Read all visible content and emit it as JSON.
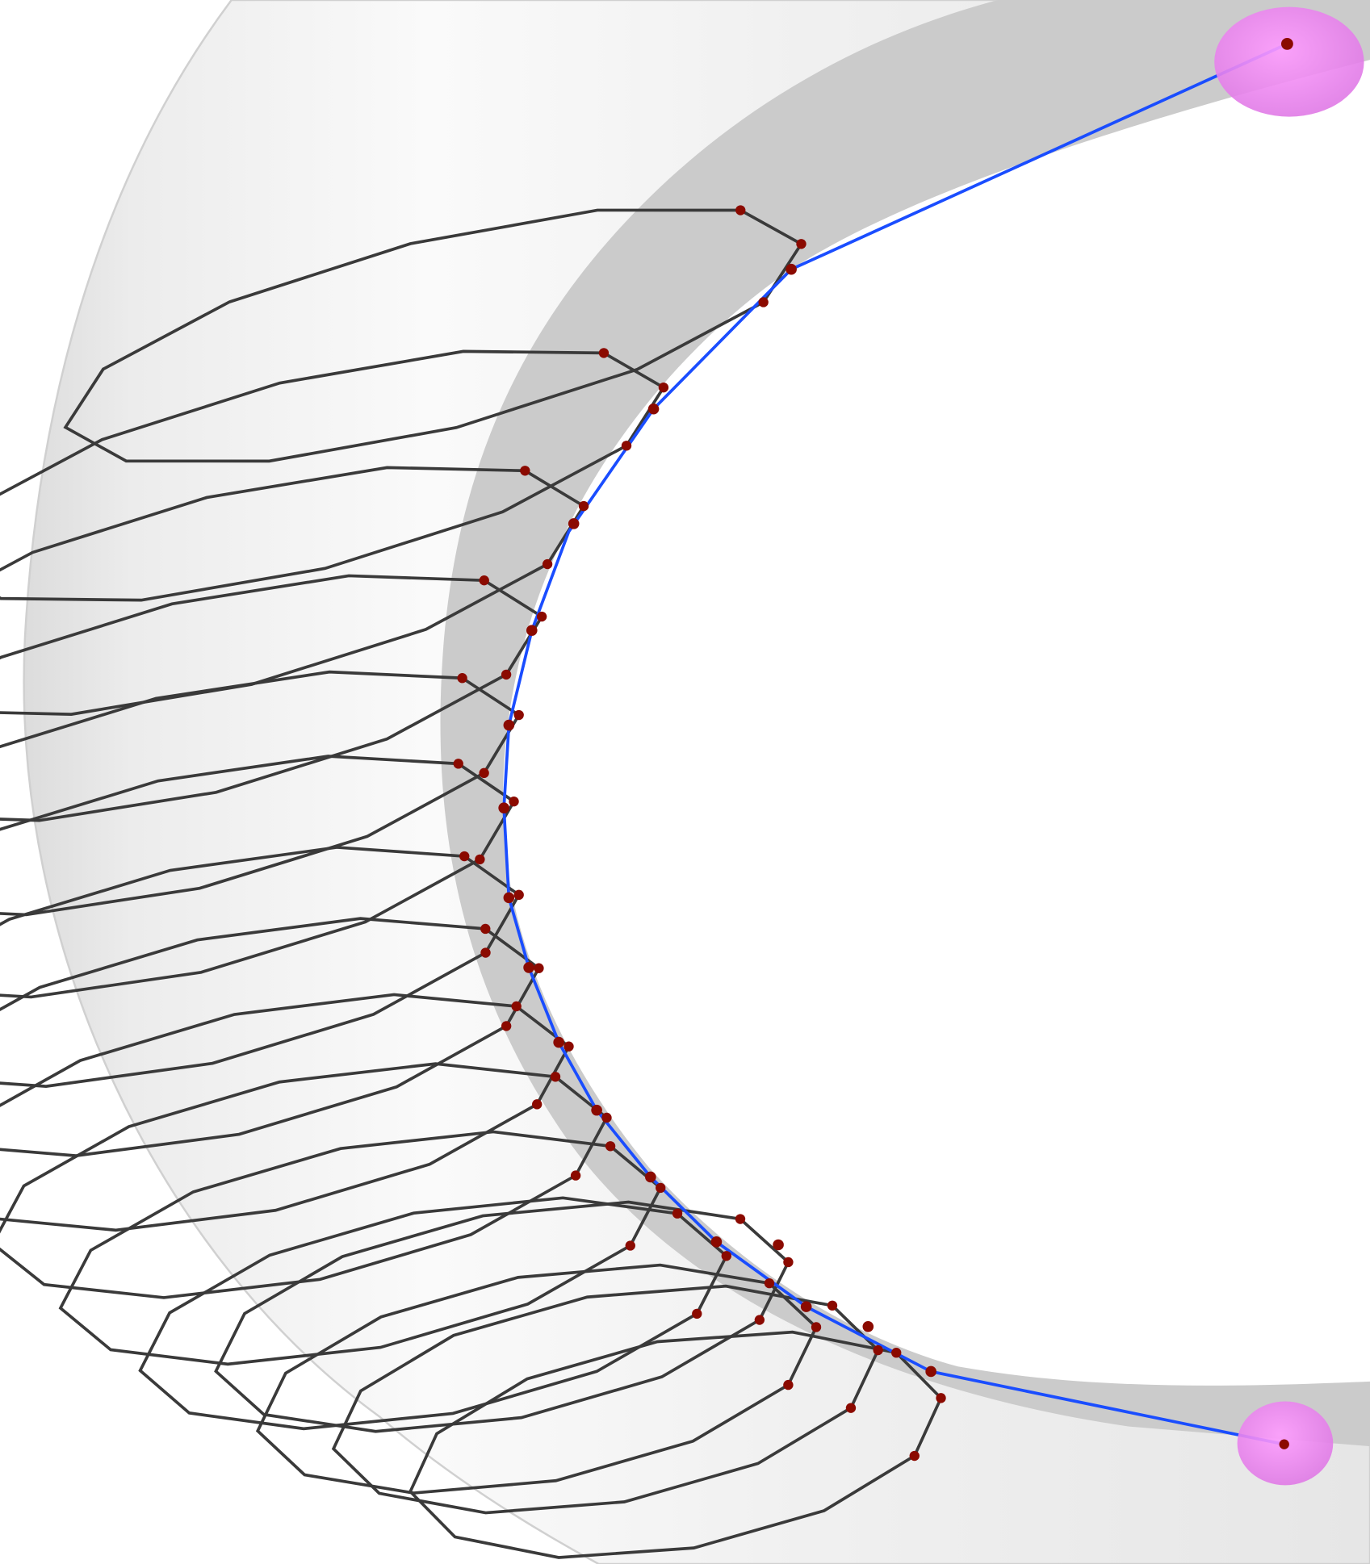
{
  "scene": {
    "type": "3d-torus-geodesic-visualization",
    "colors": {
      "background": "#ffffff",
      "torus_light": "#f4f4f4",
      "torus_mid": "#e2e2e2",
      "torus_inner_band": "#c9c9c9",
      "wireframe": "#3a3a3a",
      "geodesic_path": "#1a4dff",
      "vertex_points": "#8b0a00",
      "endpoint_spheres": "#ff8cff"
    },
    "ring_count": 16,
    "endpoints": [
      "start-sphere",
      "end-sphere"
    ]
  }
}
